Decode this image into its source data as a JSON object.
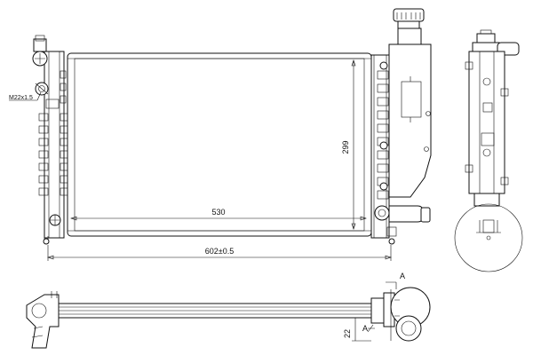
{
  "dimensions": {
    "core_width": "530",
    "core_height": "299",
    "overall_width": "602±0.5",
    "thread": "M22x1.5",
    "depth": "22"
  },
  "section_marks": {
    "top": "A",
    "bottom": "A"
  }
}
